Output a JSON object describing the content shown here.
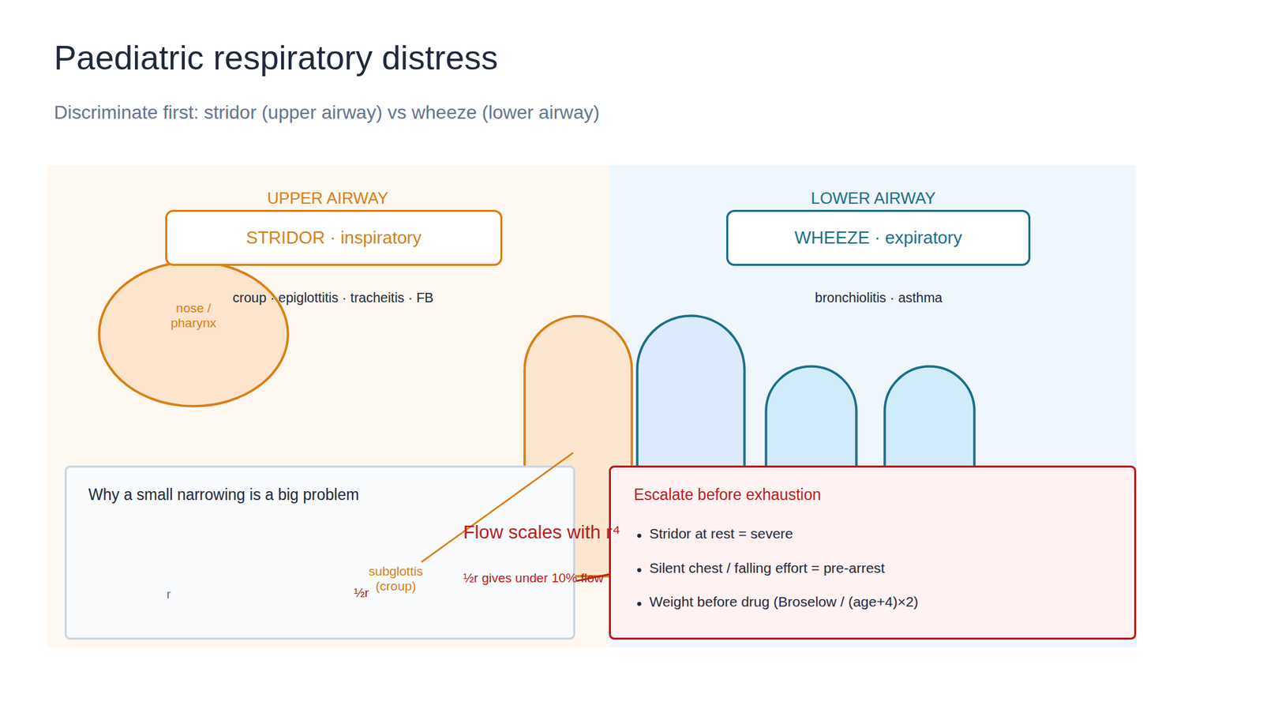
{
  "diagram": {
    "title": "Paediatric respiratory distress",
    "nodes": [
      {
        "text": [
          "UPPER AIRWAY",
          "croup · epiglottitis · tracheitis · FB"
        ]
      },
      {
        "text": [
          "STRIDOR · inspiratory"
        ],
        "in": 0
      },
      {
        "text": [
          "nose / pharynx"
        ],
        "in": 0
      },
      {
        "text": [
          "LOWER AIRWAY",
          "bronchiolitis · asthma"
        ]
      },
      {
        "text": [
          "WHEEZE · expiratory"
        ],
        "in": 3
      },
      {
        "text": [
          "Why a small narrowing is a big problem"
        ],
        "in": 0
      },
      {
        "text": [
          "Escalate before exhaustion",
          "Stridor at rest = severe",
          "Silent chest / falling effort = pre-arrest",
          "Weight before drug (Broselow / (age+4)×2)"
        ],
        "in": 3
      }
    ],
    "labels": [
      "Discriminate first: stridor (upper airway) vs wheeze (lower airway)",
      "Flow scales with r⁴",
      "subglottis (croup)",
      "½r gives under 10% flow",
      "r",
      "½r"
    ]
  }
}
